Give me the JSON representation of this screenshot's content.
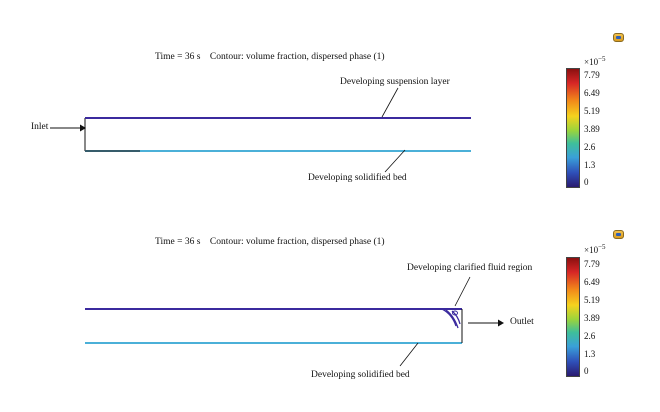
{
  "panels": [
    {
      "title": "Time = 36 s    Contour: volume fraction, dispersed phase (1)",
      "labels": {
        "inlet": "Inlet",
        "suspension": "Developing suspension layer",
        "bed": "Developing solidified bed"
      },
      "colorbar": {
        "exponent": "×10",
        "exponent_power": "−5",
        "ticks": [
          "7.79",
          "6.49",
          "5.19",
          "3.89",
          "2.6",
          "1.3",
          "0"
        ]
      }
    },
    {
      "title": "Time = 36 s    Contour: volume fraction, dispersed phase (1)",
      "labels": {
        "clarified": "Developing clarified fluid region",
        "outlet": "Outlet",
        "bed": "Developing solidified bed"
      },
      "colorbar": {
        "exponent": "×10",
        "exponent_power": "−5",
        "ticks": [
          "7.79",
          "6.49",
          "5.19",
          "3.89",
          "2.6",
          "1.3",
          "0"
        ]
      }
    }
  ],
  "colors": {
    "suspension_line": "#3b2a9e",
    "bed_line": "#4bb0d8",
    "colorbar_stops": [
      "#8b1010",
      "#d72626",
      "#f28a1a",
      "#f5d21e",
      "#9bd43c",
      "#3fbf9a",
      "#3aa0d8",
      "#2f4fb8",
      "#2a1a70"
    ]
  }
}
